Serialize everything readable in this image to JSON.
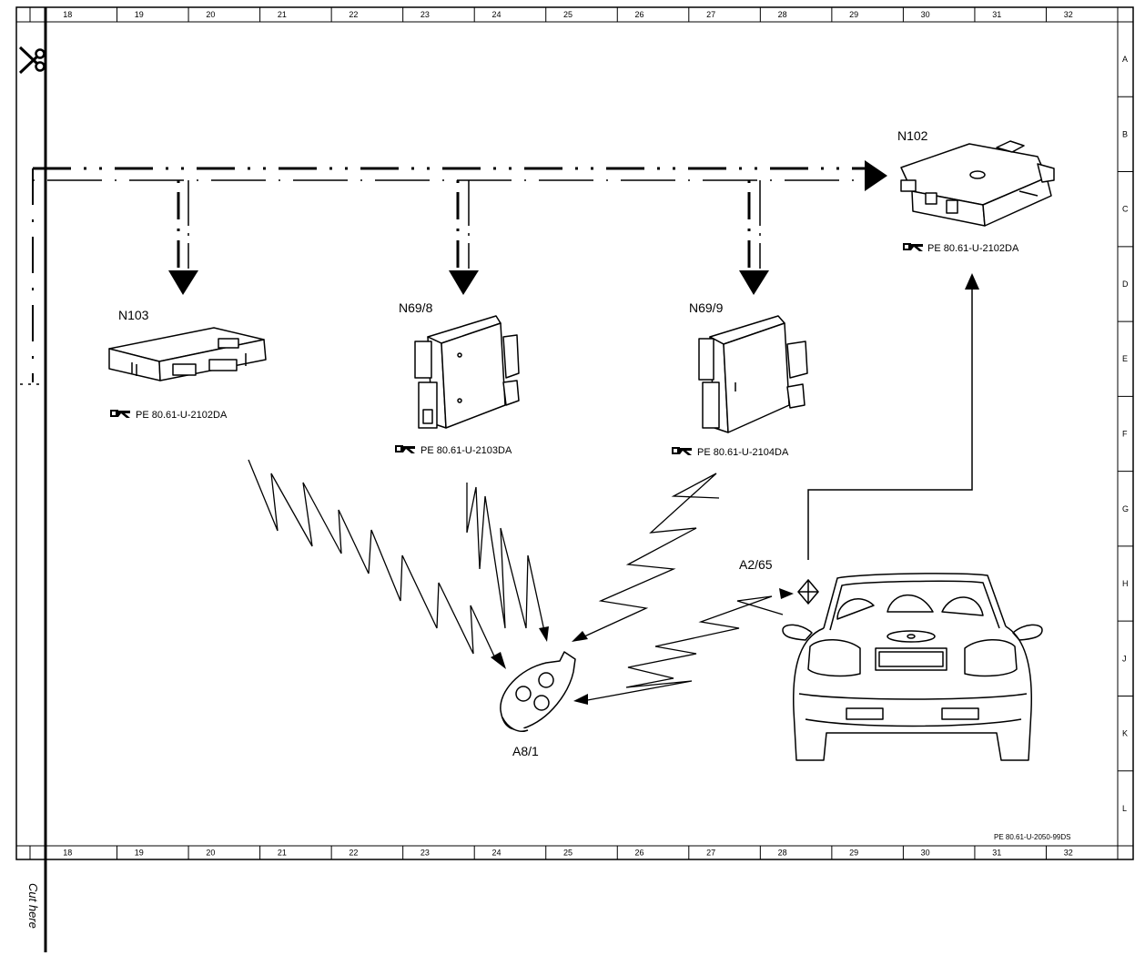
{
  "grid": {
    "columns": [
      "18",
      "19",
      "20",
      "21",
      "22",
      "23",
      "24",
      "25",
      "26",
      "27",
      "28",
      "29",
      "30",
      "31",
      "32"
    ],
    "rows": [
      "A",
      "B",
      "C",
      "D",
      "E",
      "F",
      "G",
      "H",
      "J",
      "K",
      "L"
    ]
  },
  "components": [
    {
      "id": "N102",
      "label": "N102",
      "ref": "PE 80.61-U-2102DA"
    },
    {
      "id": "N103",
      "label": "N103",
      "ref": "PE 80.61-U-2102DA"
    },
    {
      "id": "N69_8",
      "label": "N69/8",
      "ref": "PE 80.61-U-2103DA"
    },
    {
      "id": "N69_9",
      "label": "N69/9",
      "ref": "PE 80.61-U-2104DA"
    },
    {
      "id": "A8_1",
      "label": "A8/1"
    },
    {
      "id": "A2_65",
      "label": "A2/65"
    }
  ],
  "document_id": "PE 80.61-U-2050-99DS",
  "cut_label": "Cut here",
  "icons": {
    "cut": "scissors-icon",
    "reference": "reference-pointer-icon"
  }
}
